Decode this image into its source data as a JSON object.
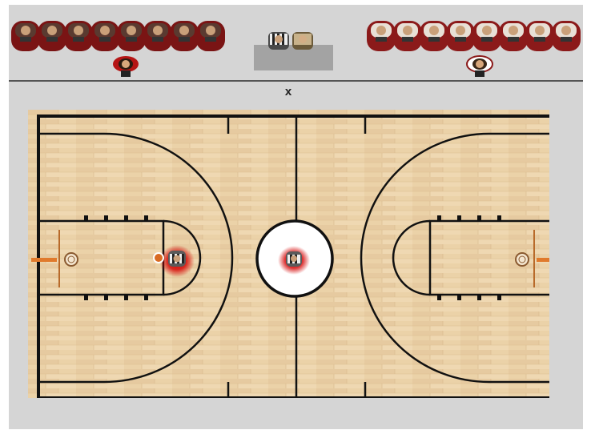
{
  "bench": {
    "left_team_seats": 8,
    "right_team_seats": 8,
    "left_team_color": "#8b1a1a",
    "right_team_color": "#8b1a1a"
  },
  "scoreboard": {
    "officials_icon": "referees-icon"
  },
  "court": {
    "center_label": "x",
    "floor_color": "#e9cfa5",
    "line_color": "#111111",
    "hoop_color": "#e07a2c",
    "players": [
      {
        "id": "player-with-ball",
        "team": "red",
        "has_ball": true
      },
      {
        "id": "player-center-circle",
        "team": "red",
        "has_ball": false
      }
    ]
  },
  "colors": {
    "background": "#d5d5d5",
    "score_table": "#a3a3a3",
    "player_glow": "#d40000"
  }
}
